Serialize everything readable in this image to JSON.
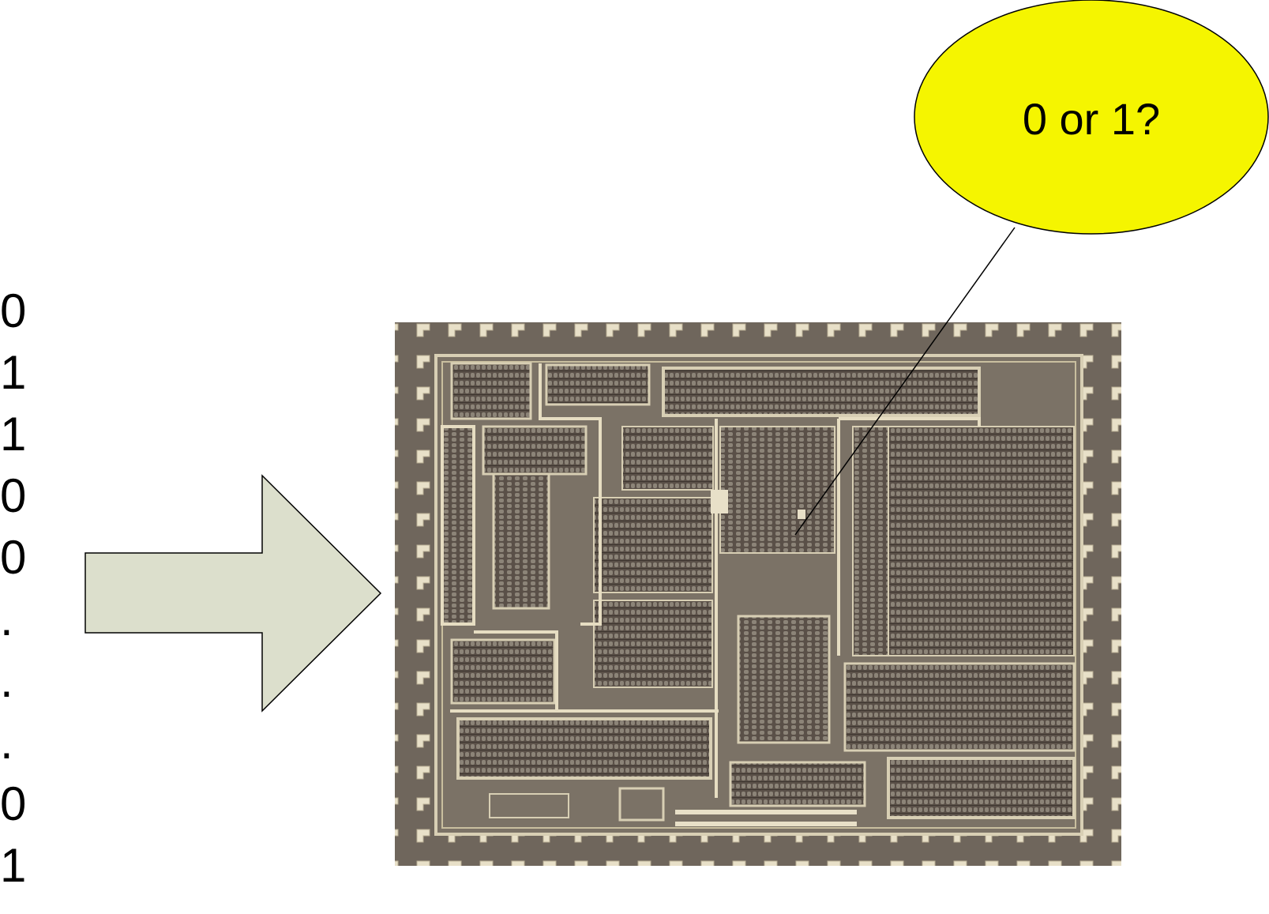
{
  "bit_sequence": [
    "0",
    "1",
    "1",
    "0",
    "0",
    ".",
    ".",
    ".",
    "0",
    "1"
  ],
  "callout": {
    "label": "0 or 1?",
    "fill_color": "#f5f500"
  },
  "arrow": {
    "fill_color": "#dcdfcc",
    "stroke_color": "#000000"
  },
  "chip": {
    "description_icon": "microchip-die-photo"
  }
}
